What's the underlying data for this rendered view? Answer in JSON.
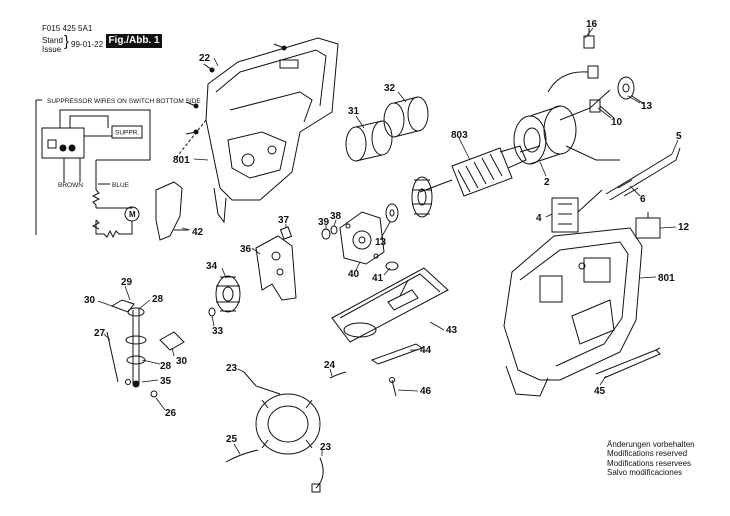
{
  "header": {
    "doc_code": "F015 425 5A1",
    "stand_label": "Stand",
    "issue_label": "Issue",
    "date": "99-01-22",
    "fig_label": "Fig./Abb. 1"
  },
  "wiring": {
    "suppressor_note": "SUPPRESSOR WIRES ON SWITCH BOTTOM SIDE",
    "suppr_label": "SUPPR.",
    "brown_label": "BROWN",
    "blue_label": "BLUE",
    "motor_label": "M"
  },
  "parts": [
    {
      "id": "16",
      "text": "16"
    },
    {
      "id": "22",
      "text": "22"
    },
    {
      "id": "32",
      "text": "32"
    },
    {
      "id": "13a",
      "text": "13"
    },
    {
      "id": "31",
      "text": "31"
    },
    {
      "id": "803",
      "text": "803"
    },
    {
      "id": "10",
      "text": "10"
    },
    {
      "id": "5",
      "text": "5"
    },
    {
      "id": "801a",
      "text": "801"
    },
    {
      "id": "2",
      "text": "2"
    },
    {
      "id": "6",
      "text": "6"
    },
    {
      "id": "37",
      "text": "37"
    },
    {
      "id": "39",
      "text": "39"
    },
    {
      "id": "38",
      "text": "38"
    },
    {
      "id": "4",
      "text": "4"
    },
    {
      "id": "12",
      "text": "12"
    },
    {
      "id": "42",
      "text": "42"
    },
    {
      "id": "13b",
      "text": "13"
    },
    {
      "id": "36",
      "text": "36"
    },
    {
      "id": "34",
      "text": "34"
    },
    {
      "id": "40",
      "text": "40"
    },
    {
      "id": "41",
      "text": "41"
    },
    {
      "id": "801b",
      "text": "801"
    },
    {
      "id": "29",
      "text": "29"
    },
    {
      "id": "30a",
      "text": "30"
    },
    {
      "id": "28a",
      "text": "28"
    },
    {
      "id": "33",
      "text": "33"
    },
    {
      "id": "43",
      "text": "43"
    },
    {
      "id": "27",
      "text": "27"
    },
    {
      "id": "30b",
      "text": "30"
    },
    {
      "id": "28b",
      "text": "28"
    },
    {
      "id": "44",
      "text": "44"
    },
    {
      "id": "23a",
      "text": "23"
    },
    {
      "id": "24",
      "text": "24"
    },
    {
      "id": "35",
      "text": "35"
    },
    {
      "id": "46",
      "text": "46"
    },
    {
      "id": "45",
      "text": "45"
    },
    {
      "id": "26",
      "text": "26"
    },
    {
      "id": "25",
      "text": "25"
    },
    {
      "id": "23b",
      "text": "23"
    }
  ],
  "notice": [
    "Änderungen vorbehalten",
    "Modifications reserved",
    "Modifications reservees",
    "Salvo modificaciones"
  ]
}
